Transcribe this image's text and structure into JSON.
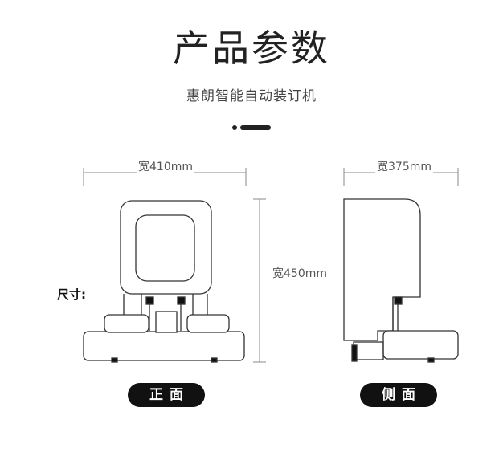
{
  "header": {
    "title": "产品参数",
    "subtitle": "惠朗智能自动装订机"
  },
  "dimensions": {
    "front_width": "宽410mm",
    "side_width": "宽375mm",
    "height": "宽450mm"
  },
  "size_label": "尺寸:",
  "views": {
    "front": "正面",
    "side": "侧面"
  },
  "colors": {
    "outline": "#333333",
    "dimension_line": "#888888",
    "pill_background": "#111111"
  }
}
